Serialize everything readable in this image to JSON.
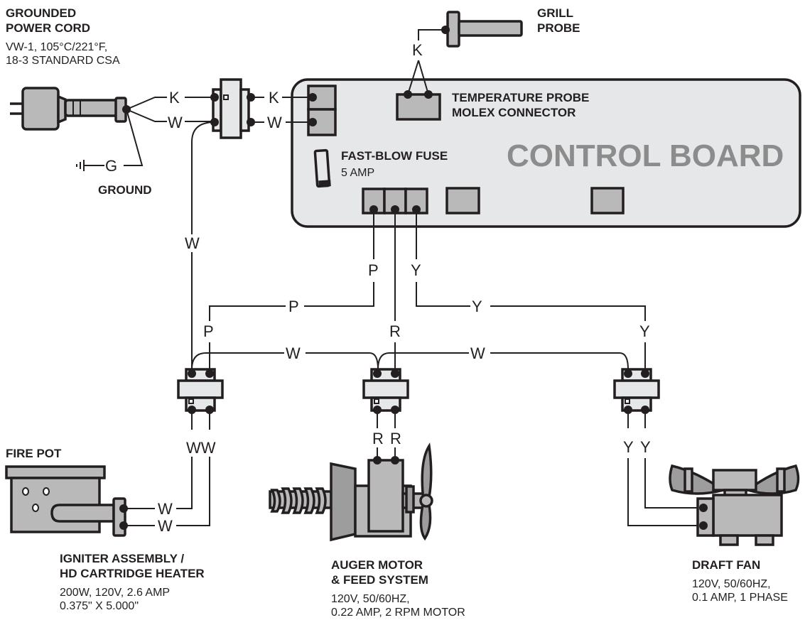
{
  "labels": {
    "power_cord_title_1": "GROUNDED",
    "power_cord_title_2": "POWER CORD",
    "power_cord_spec_1": "VW-1, 105°C/221°F,",
    "power_cord_spec_2": "18-3 STANDARD CSA",
    "ground": "GROUND",
    "grill_probe_1": "GRILL",
    "grill_probe_2": "PROBE",
    "temp_probe_1": "TEMPERATURE PROBE",
    "temp_probe_2": "MOLEX CONNECTOR",
    "fuse_title": "FAST-BLOW FUSE",
    "fuse_spec": "5 AMP",
    "control_board": "CONTROL BOARD",
    "fire_pot": "FIRE POT",
    "igniter_title_1": "IGNITER ASSEMBLY /",
    "igniter_title_2": "HD CARTRIDGE HEATER",
    "igniter_spec_1": "200W, 120V, 2.6 AMP",
    "igniter_spec_2": "0.375\" X 5.000\"",
    "auger_title_1": "AUGER MOTOR",
    "auger_title_2": "& FEED SYSTEM",
    "auger_spec_1": "120V, 50/60HZ,",
    "auger_spec_2": "0.22 AMP, 2 RPM MOTOR",
    "fan_title": "DRAFT FAN",
    "fan_spec_1": "120V, 50/60HZ,",
    "fan_spec_2": "0.1 AMP, 1 PHASE"
  },
  "wire_codes": {
    "black": "K",
    "white": "W",
    "ground": "G",
    "purple": "P",
    "red": "R",
    "yellow": "Y",
    "double_white": "WW"
  },
  "colors": {
    "ink": "#231f20",
    "component": "#b9b9b9",
    "board": "#e6e7e8",
    "board_title": "#8c8c8c"
  }
}
